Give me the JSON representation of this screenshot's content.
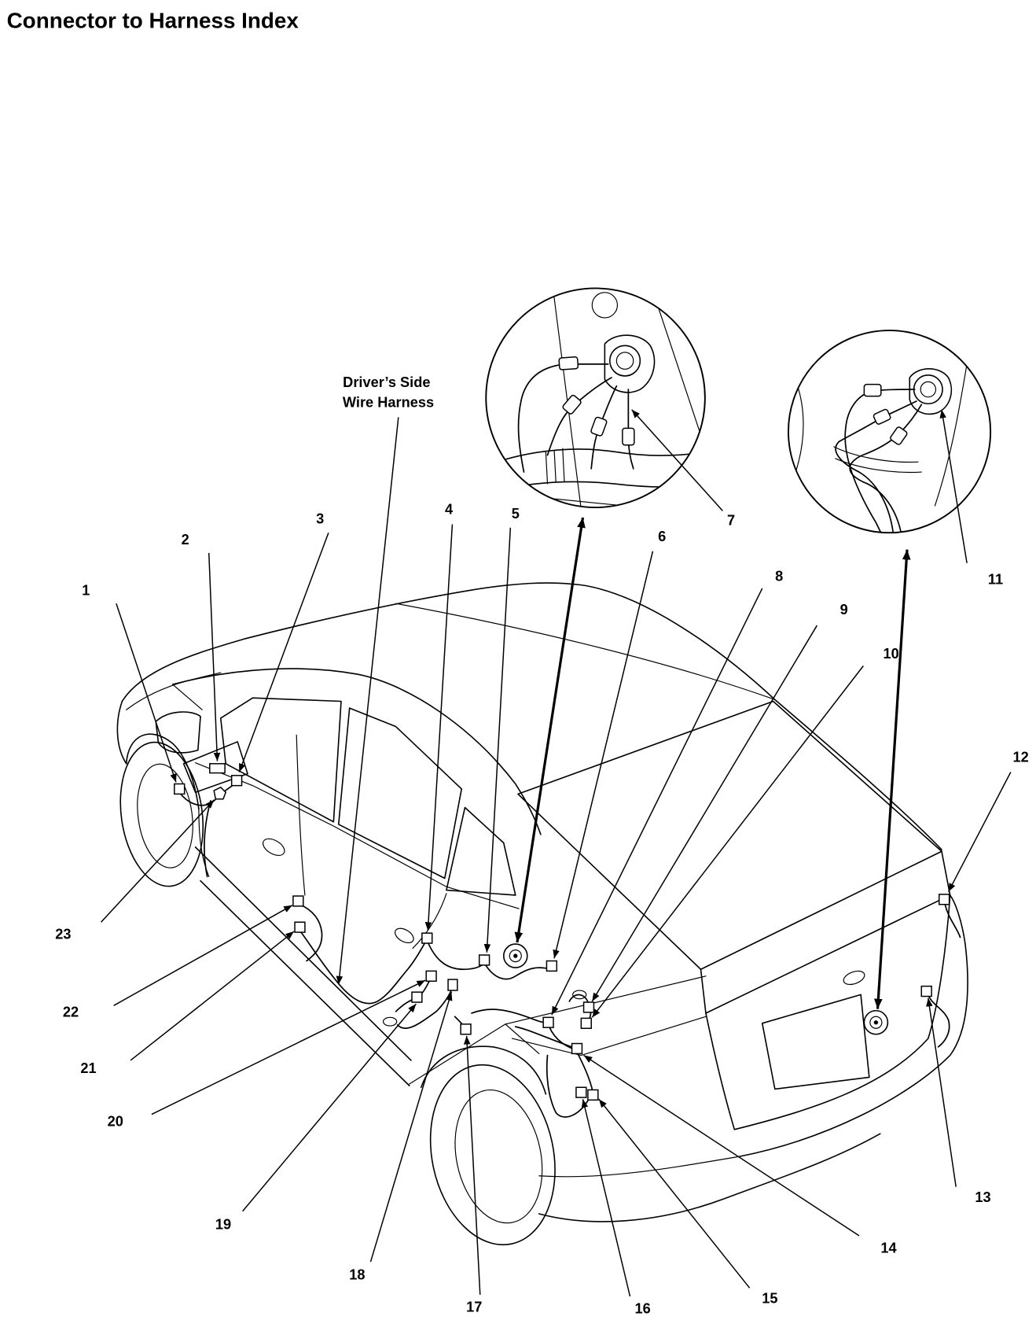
{
  "title": "Connector to Harness Index",
  "harness_label": [
    "Driver’s Side",
    "Wire Harness"
  ],
  "callouts": [
    "1",
    "2",
    "3",
    "4",
    "5",
    "6",
    "7",
    "8",
    "9",
    "10",
    "11",
    "12",
    "13",
    "14",
    "15",
    "16",
    "17",
    "18",
    "19",
    "20",
    "21",
    "22",
    "23"
  ]
}
